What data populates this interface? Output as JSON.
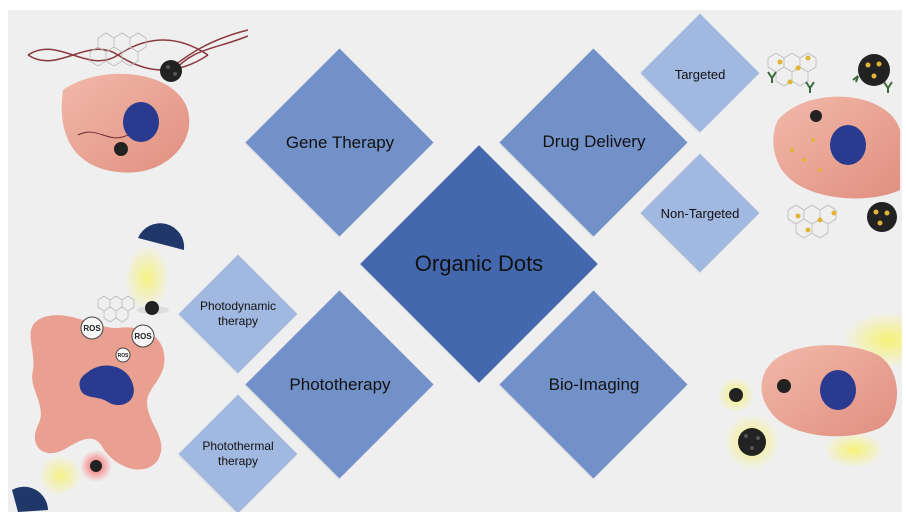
{
  "diagram": {
    "center": {
      "label": "Organic Dots"
    },
    "branches": {
      "gene_therapy": {
        "label": "Gene Therapy"
      },
      "drug_delivery": {
        "label": "Drug Delivery"
      },
      "phototherapy": {
        "label": "Phototherapy"
      },
      "bio_imaging": {
        "label": "Bio-Imaging"
      }
    },
    "sub_branches": {
      "targeted": {
        "label": "Targeted"
      },
      "non_targeted": {
        "label": "Non-Targeted"
      },
      "photodynamic": {
        "line1": "Photodynamic",
        "line2": "therapy"
      },
      "photothermal": {
        "line1": "Photothermal",
        "line2": "therapy"
      }
    },
    "ros_labels": [
      "ROS",
      "ROS",
      "ROS"
    ]
  },
  "colors": {
    "background": "#efefef",
    "center_diamond": "#4368ad",
    "branch_diamond": "#7391c9",
    "sub_diamond": "#a1b8e0",
    "cell": "#e9a090",
    "nucleus": "#2a3a8f",
    "lamp": "#1f3769",
    "glow": "#f2ee50"
  }
}
